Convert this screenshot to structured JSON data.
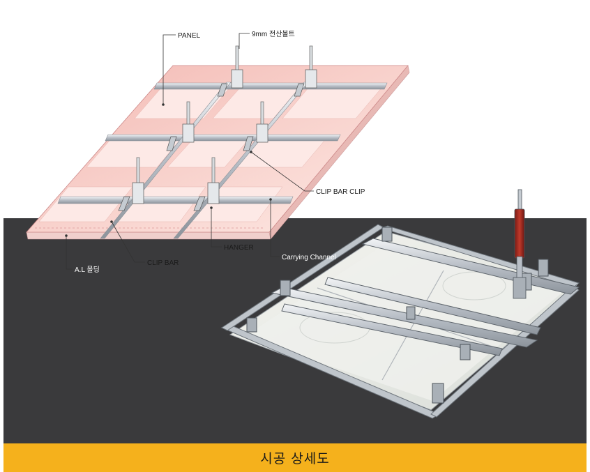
{
  "labels": {
    "panel": "PANEL",
    "bolt": "9mm 전산볼트",
    "clip_bar_clip": "CLIP BAR CLIP",
    "hanger": "HANGER",
    "carrying_channel": "Carrying Channel",
    "clip_bar": "CLIP BAR",
    "al_molding": "A.L 몰딩"
  },
  "footer": {
    "title": "시공 상세도"
  },
  "colors": {
    "dark_band": "#3a3a3c",
    "footer_bar": "#f5b11c",
    "panel_pink": "#f6c7c3",
    "metal": "#c9ced4"
  }
}
